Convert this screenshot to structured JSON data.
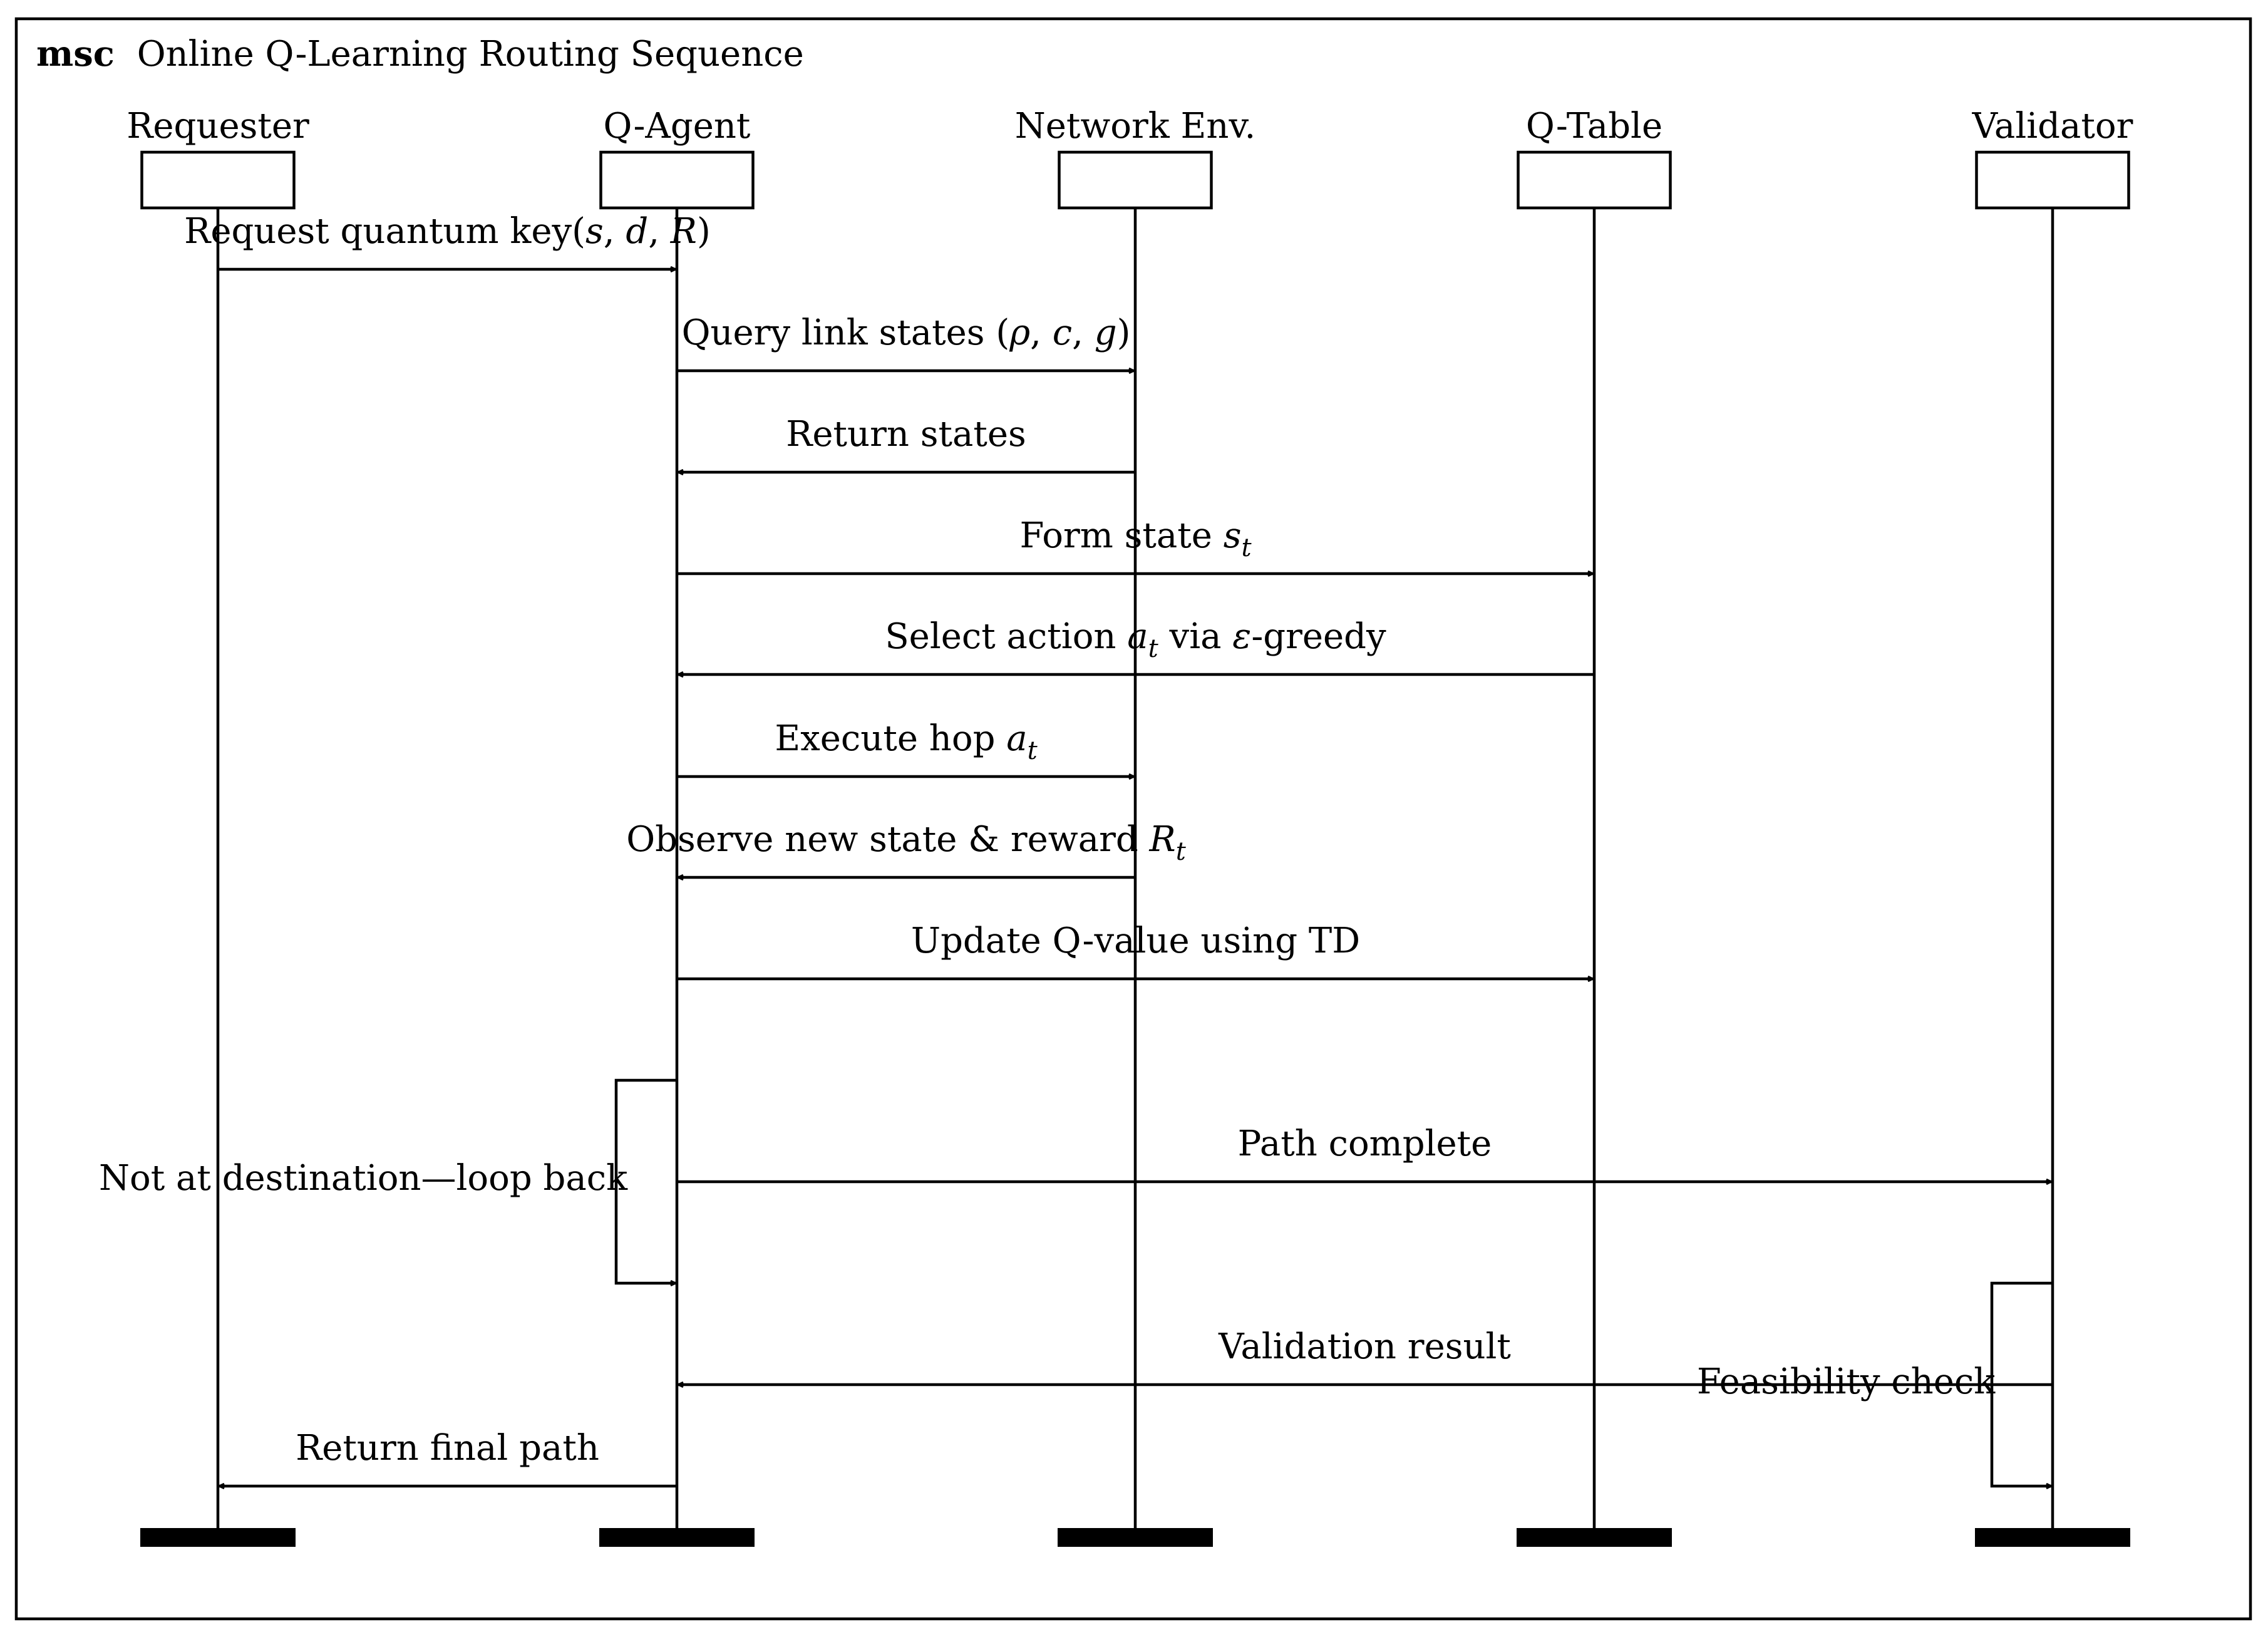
{
  "diagram": {
    "keyword": "msc",
    "title": "Online Q-Learning Routing Sequence",
    "instances": [
      {
        "id": "requester",
        "label": "Requester"
      },
      {
        "id": "qagent",
        "label": "Q-Agent"
      },
      {
        "id": "network",
        "label": "Network Env."
      },
      {
        "id": "qtable",
        "label": "Q-Table"
      },
      {
        "id": "validator",
        "label": "Validator"
      }
    ],
    "messages": [
      {
        "from": "requester",
        "to": "qagent",
        "segments": [
          {
            "t": "Request quantum key"
          },
          {
            "t": "(",
            "f": "m"
          },
          {
            "t": "s",
            "f": "i"
          },
          {
            "t": ", ",
            "f": "m"
          },
          {
            "t": "d",
            "f": "i"
          },
          {
            "t": ", ",
            "f": "m"
          },
          {
            "t": "R",
            "f": "i"
          },
          {
            "t": ")",
            "f": "m"
          }
        ]
      },
      {
        "from": "qagent",
        "to": "network",
        "segments": [
          {
            "t": "Query link states "
          },
          {
            "t": "(",
            "f": "m"
          },
          {
            "t": "ρ",
            "f": "i"
          },
          {
            "t": ", ",
            "f": "m"
          },
          {
            "t": "c",
            "f": "i"
          },
          {
            "t": ", ",
            "f": "m"
          },
          {
            "t": "g",
            "f": "i"
          },
          {
            "t": ")",
            "f": "m"
          }
        ]
      },
      {
        "from": "network",
        "to": "qagent",
        "segments": [
          {
            "t": "Return states"
          }
        ]
      },
      {
        "from": "qagent",
        "to": "qtable",
        "segments": [
          {
            "t": "Form state "
          },
          {
            "t": "s",
            "f": "i"
          },
          {
            "t": "t",
            "f": "sub"
          }
        ]
      },
      {
        "from": "qtable",
        "to": "qagent",
        "segments": [
          {
            "t": "Select action "
          },
          {
            "t": "a",
            "f": "i"
          },
          {
            "t": "t",
            "f": "sub"
          },
          {
            "t": " via "
          },
          {
            "t": "ε",
            "f": "i"
          },
          {
            "t": "-greedy"
          }
        ]
      },
      {
        "from": "qagent",
        "to": "network",
        "segments": [
          {
            "t": "Execute hop "
          },
          {
            "t": "a",
            "f": "i"
          },
          {
            "t": "t",
            "f": "sub"
          }
        ]
      },
      {
        "from": "network",
        "to": "qagent",
        "segments": [
          {
            "t": "Observe new state & reward "
          },
          {
            "t": "R",
            "f": "i"
          },
          {
            "t": "t",
            "f": "sub"
          }
        ]
      },
      {
        "from": "qagent",
        "to": "qtable",
        "segments": [
          {
            "t": "Update Q-value using TD"
          }
        ]
      },
      {
        "from": "qagent",
        "to": "validator",
        "segments": [
          {
            "t": "Path complete"
          }
        ]
      },
      {
        "from": "validator",
        "to": "qagent",
        "segments": [
          {
            "t": "Validation result"
          }
        ]
      },
      {
        "from": "qagent",
        "to": "requester",
        "segments": [
          {
            "t": "Return final path"
          }
        ]
      }
    ],
    "self_messages": [
      {
        "on": "qagent",
        "label": "Not at destination—loop back"
      },
      {
        "on": "validator",
        "label": "Feasibility check"
      }
    ]
  }
}
